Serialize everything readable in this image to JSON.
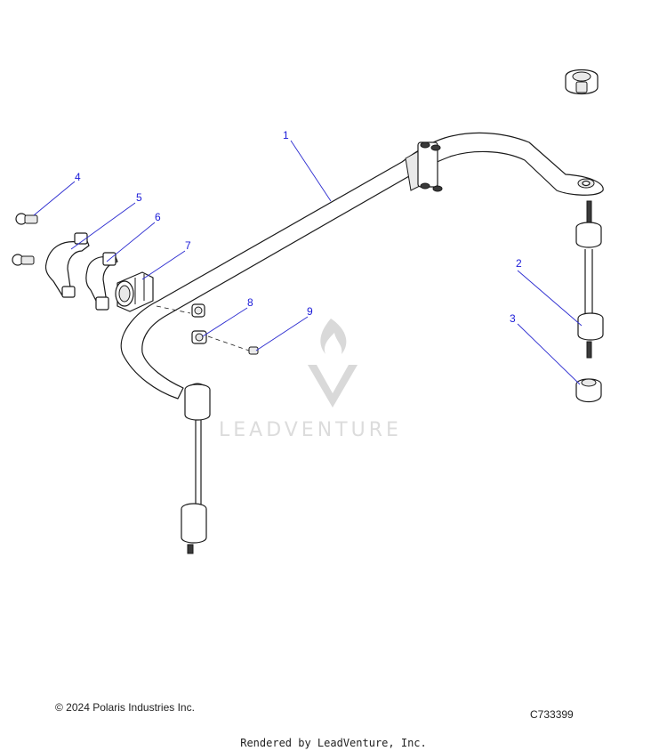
{
  "watermark": {
    "brand_text": "LEADVENTURE"
  },
  "callouts": [
    "1",
    "2",
    "3",
    "4",
    "5",
    "6",
    "7",
    "8",
    "9"
  ],
  "footer": {
    "copyright": "© 2024 Polaris Industries Inc.",
    "drawing_code": "C733399",
    "rendered_by": "Rendered by LeadVenture, Inc."
  },
  "colors": {
    "callout": "#1a1ad8",
    "leader": "#2b2bd0",
    "watermark": "#d9d9d9",
    "line": "#1a1a1a"
  }
}
